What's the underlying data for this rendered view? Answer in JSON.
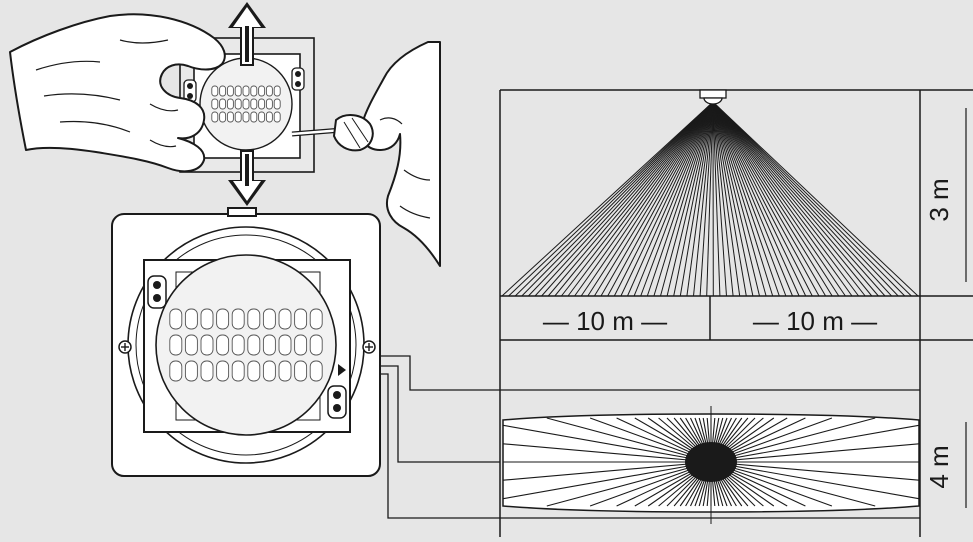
{
  "diagram": {
    "colors": {
      "background": "#e6e6e6",
      "line": "#1a1a1a",
      "device_face": "#ffffff",
      "lens": "#f2f2f2"
    },
    "side_view": {
      "height_label": "3 m",
      "left_range_label": "— 10 m —",
      "right_range_label": "— 10 m —",
      "ray_count": 64
    },
    "top_view": {
      "width_label": "4 m",
      "ray_count": 72
    },
    "icons": [
      "hand-icon",
      "screwdriver-icon",
      "adjust-up-arrow-icon",
      "adjust-down-arrow-icon",
      "motion-sensor-icon"
    ]
  }
}
